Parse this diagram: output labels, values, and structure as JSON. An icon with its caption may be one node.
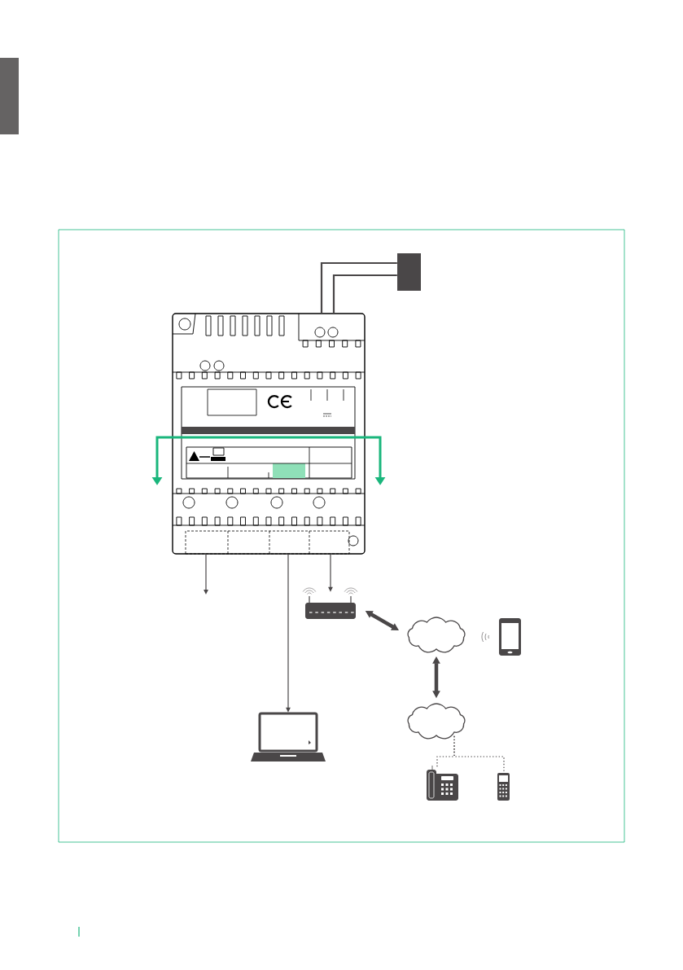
{
  "diagram": {
    "nodes": [
      {
        "text": [],
        "shape": "box"
      },
      {
        "text": [],
        "shape": "picture"
      },
      {
        "text": [],
        "shape": "picture"
      },
      {
        "text": [],
        "shape": "picture"
      },
      {
        "text": [],
        "shape": "cloud"
      },
      {
        "text": [],
        "shape": "picture"
      },
      {
        "text": [],
        "shape": "cloud"
      },
      {
        "text": [],
        "shape": "picture"
      },
      {
        "text": [],
        "shape": "picture"
      }
    ],
    "edges": [
      {
        "from": 0,
        "to": 1,
        "arrow": "none"
      },
      {
        "from": 0,
        "to": 1,
        "arrow": "none"
      },
      {
        "from": 1,
        "to": null,
        "arrow": "to"
      },
      {
        "from": 1,
        "to": 3,
        "arrow": "to"
      },
      {
        "from": 1,
        "to": 2,
        "arrow": "to"
      },
      {
        "from": 2,
        "to": 4,
        "arrow": "both",
        "style": "thick"
      },
      {
        "from": 4,
        "to": 6,
        "arrow": "both",
        "style": "thick"
      },
      {
        "from": 6,
        "to": 7,
        "arrow": "none",
        "style": "dashed"
      },
      {
        "from": 6,
        "to": 8,
        "arrow": "none",
        "style": "dashed"
      }
    ]
  }
}
